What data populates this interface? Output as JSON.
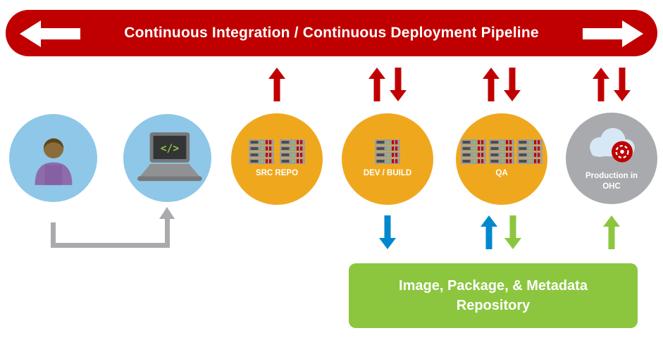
{
  "banner": {
    "title": "Continuous Integration / Continuous Deployment Pipeline",
    "color": "#c00000"
  },
  "nodes": [
    {
      "id": "developer",
      "label": ""
    },
    {
      "id": "workstation",
      "label": "",
      "code_glyph": "</>"
    },
    {
      "id": "src-repo",
      "label": "SRC REPO"
    },
    {
      "id": "dev-build",
      "label": "DEV / BUILD"
    },
    {
      "id": "qa",
      "label": "QA"
    },
    {
      "id": "production",
      "label": "Production in OHC"
    }
  ],
  "repository": {
    "line1": "Image, Package, & Metadata",
    "line2": "Repository"
  },
  "arrows": {
    "top": [
      {
        "node": "src-repo",
        "directions": [
          "up"
        ],
        "color": "#c00000"
      },
      {
        "node": "dev-build",
        "directions": [
          "up",
          "down"
        ],
        "color": "#c00000"
      },
      {
        "node": "qa",
        "directions": [
          "up",
          "down"
        ],
        "color": "#c00000"
      },
      {
        "node": "production",
        "directions": [
          "up",
          "down"
        ],
        "color": "#c00000"
      }
    ],
    "bottom": [
      {
        "node": "dev-build",
        "directions": [
          "down"
        ],
        "colors": [
          "#0088ce"
        ]
      },
      {
        "node": "qa",
        "directions": [
          "up",
          "down"
        ],
        "colors": [
          "#0088ce",
          "#8cc63f"
        ]
      },
      {
        "node": "production",
        "directions": [
          "up"
        ],
        "colors": [
          "#8cc63f"
        ]
      }
    ]
  },
  "colors": {
    "red": "#c00000",
    "amber": "#efa81e",
    "light_blue": "#8ec7e8",
    "gray": "#a8aaad",
    "green": "#8cc63f",
    "blue": "#0088ce"
  }
}
